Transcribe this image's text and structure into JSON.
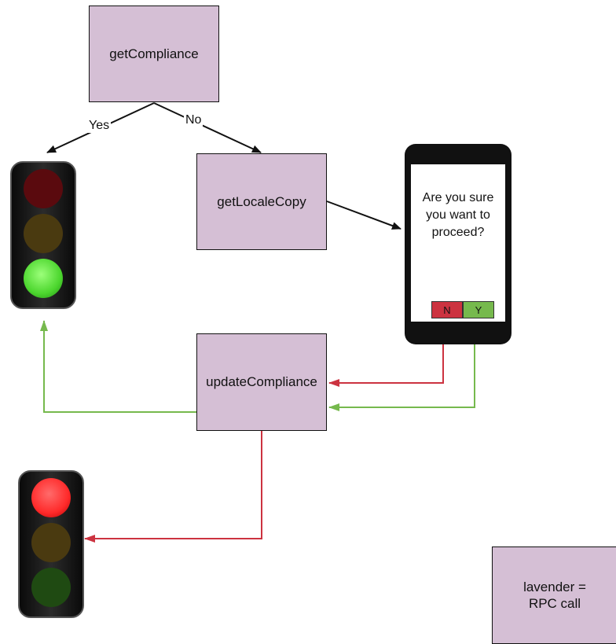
{
  "nodes": {
    "get_compliance": "getCompliance",
    "get_locale_copy": "getLocaleCopy",
    "update_compliance": "updateCompliance"
  },
  "edges": {
    "yes": "Yes",
    "no": "No"
  },
  "phone": {
    "prompt": "Are you sure\nyou want to\nproceed?",
    "no_button": "N",
    "yes_button": "Y"
  },
  "legend": {
    "text": "lavender =\nRPC call"
  },
  "colors": {
    "lavender": "#d5bfd5",
    "red": "#cc3340",
    "green": "#76b94d",
    "red_lamp_on": "#ff2a2a",
    "green_lamp_on": "#4cd62e",
    "red_lamp_off": "#5a0a0e",
    "amber_lamp_off": "#4a3a10",
    "green_lamp_off": "#1f4a12"
  },
  "traffic_lights": {
    "top": "green",
    "bottom": "red"
  }
}
